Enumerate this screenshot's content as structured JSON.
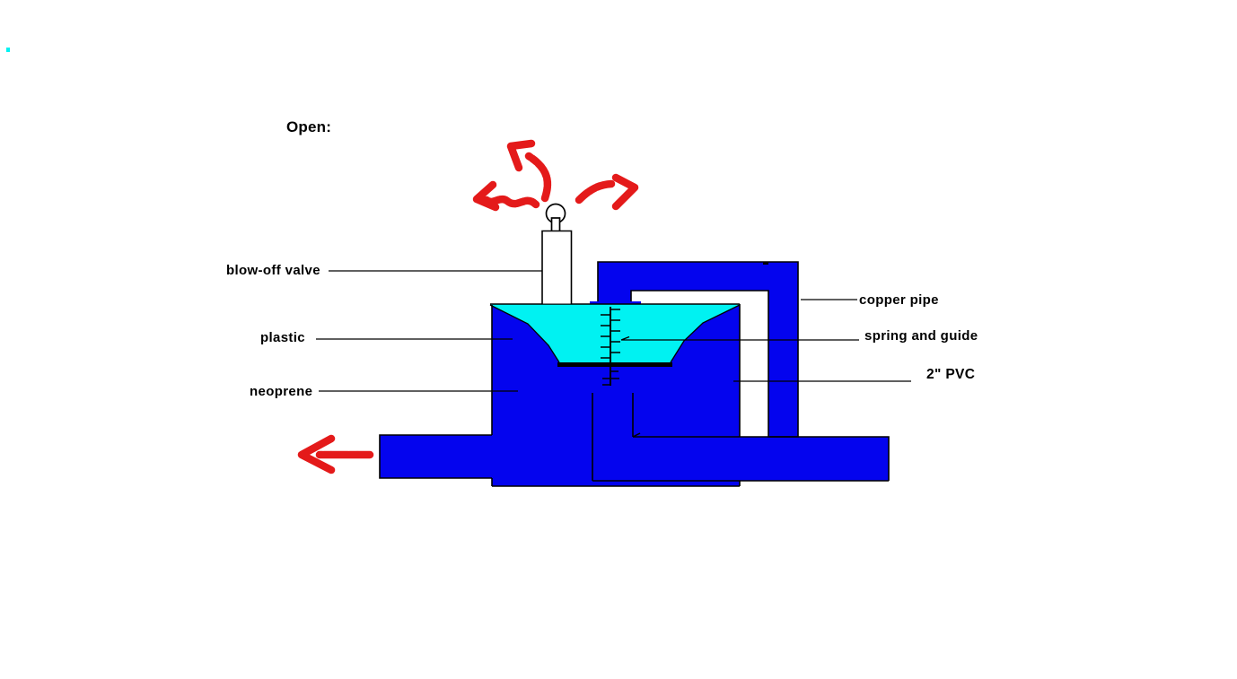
{
  "title": {
    "text": "Open:"
  },
  "labels": {
    "blow_off_valve": "blow-off valve",
    "plastic": "plastic",
    "neoprene": "neoprene",
    "copper_pipe": "copper pipe",
    "spring_and_guide": "spring and guide",
    "pvc_size": "2\" PVC"
  },
  "colors": {
    "pipe_blue": "#0404ee",
    "funnel_cyan": "#00f2f2",
    "arrow_red": "#e41a1a",
    "line_black": "#000000",
    "background": "#ffffff"
  }
}
